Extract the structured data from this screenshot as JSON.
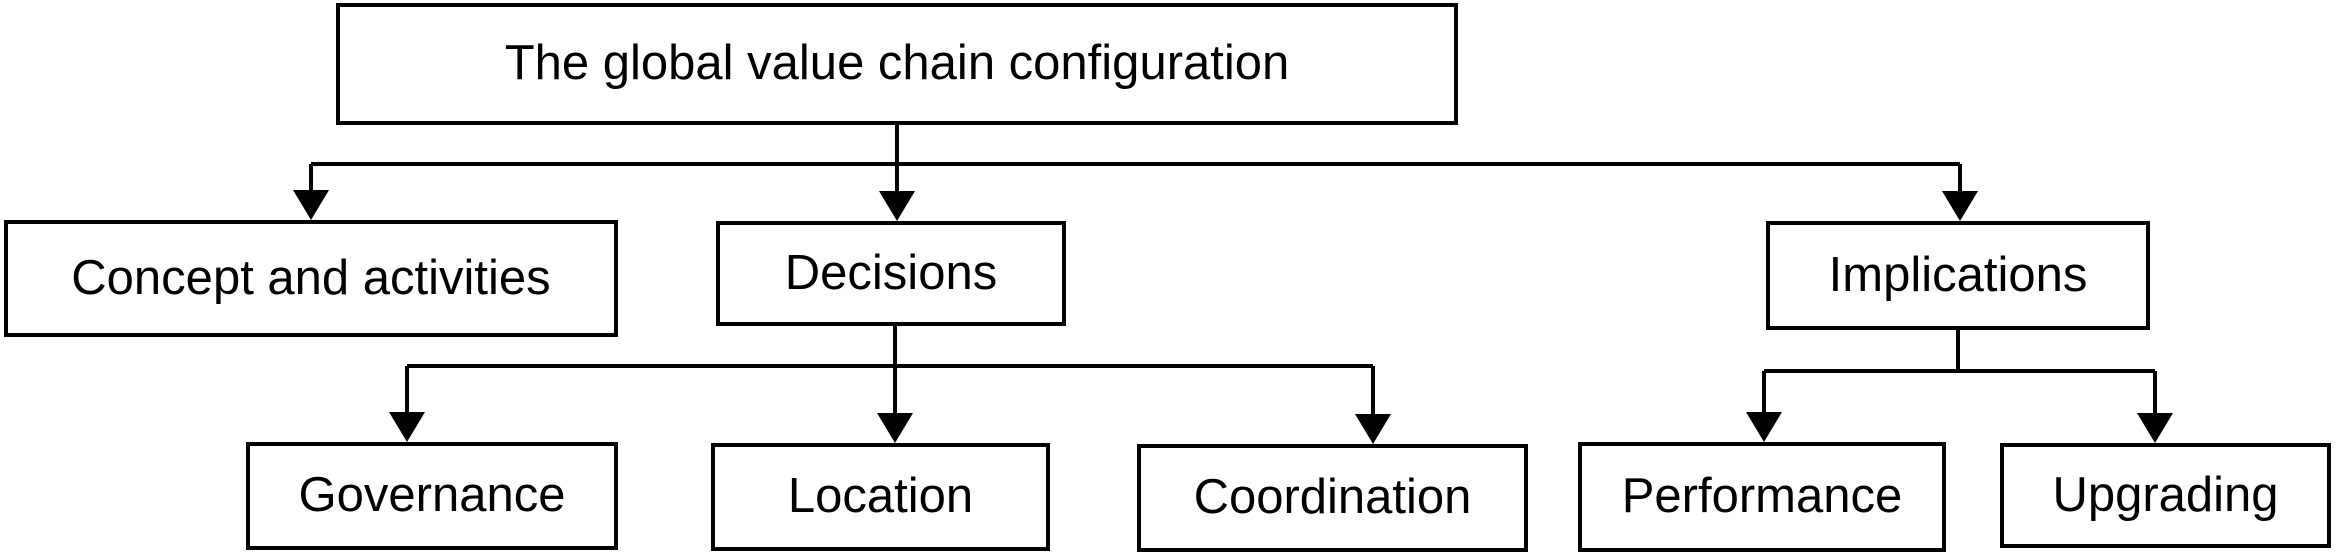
{
  "diagram": {
    "type": "hierarchy-flowchart",
    "colors": {
      "line": "#000000",
      "text": "#000000",
      "box_fill": "#ffffff",
      "background": "#ffffff"
    },
    "nodes": {
      "root": {
        "label": "The global value chain configuration"
      },
      "concept": {
        "label": "Concept and activities"
      },
      "decisions": {
        "label": "Decisions"
      },
      "implications": {
        "label": "Implications"
      },
      "governance": {
        "label": "Governance"
      },
      "location": {
        "label": "Location"
      },
      "coordination": {
        "label": "Coordination"
      },
      "performance": {
        "label": "Performance"
      },
      "upgrading": {
        "label": "Upgrading"
      }
    },
    "edges": [
      {
        "from": "root",
        "to": "concept"
      },
      {
        "from": "root",
        "to": "decisions"
      },
      {
        "from": "root",
        "to": "implications"
      },
      {
        "from": "decisions",
        "to": "governance"
      },
      {
        "from": "decisions",
        "to": "location"
      },
      {
        "from": "decisions",
        "to": "coordination"
      },
      {
        "from": "implications",
        "to": "performance"
      },
      {
        "from": "implications",
        "to": "upgrading"
      }
    ]
  }
}
